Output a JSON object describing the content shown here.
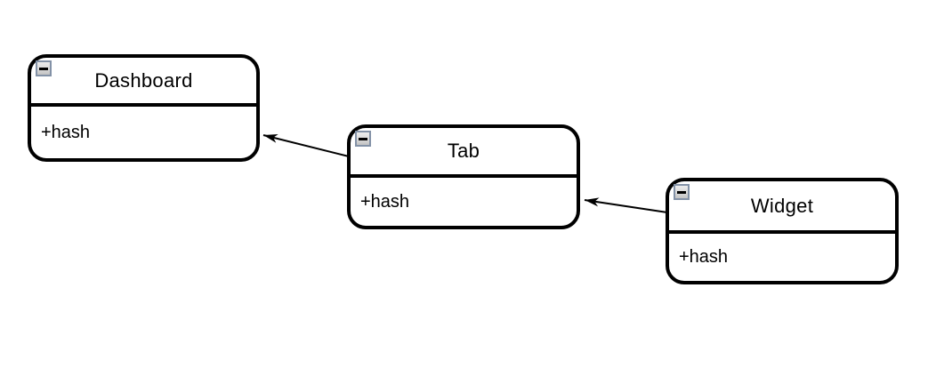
{
  "diagram": {
    "type": "uml-class-diagram",
    "background_color": "#ffffff",
    "stroke_color": "#000000",
    "box_fill_color": "#ffffff",
    "collapse_button_border_color": "#8392a7",
    "collapse_button_fill_color": "#d9d9d9",
    "classes": [
      {
        "name": "Dashboard",
        "attributes": [
          "+hash"
        ],
        "collapse_icon": "minus-icon"
      },
      {
        "name": "Tab",
        "attributes": [
          "+hash"
        ],
        "collapse_icon": "minus-icon"
      },
      {
        "name": "Widget",
        "attributes": [
          "+hash"
        ],
        "collapse_icon": "minus-icon"
      }
    ],
    "connections": [
      {
        "from": "Tab",
        "to": "Dashboard",
        "style": "solid-line-filled-arrow"
      },
      {
        "from": "Widget",
        "to": "Tab",
        "style": "solid-line-filled-arrow"
      }
    ]
  }
}
